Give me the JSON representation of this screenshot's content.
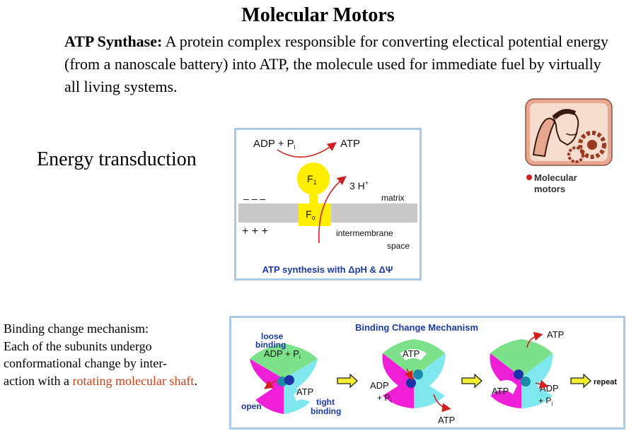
{
  "title": "Molecular Motors",
  "intro": {
    "term": "ATP Synthase:",
    "text": " A protein complex responsible for converting electical potential energy (from a nanoscale battery) into ATP, the molecule used for immediate fuel by virtually all living systems."
  },
  "energy_label": "Energy transduction",
  "synthesis_diagram": {
    "adp_pi": "ADP + P",
    "sub_i": "i",
    "atp": "ATP",
    "f1": "F",
    "f1_sub": "1",
    "f0": "F",
    "f0_sub": "o",
    "protons": "3 H",
    "proton_sup": "+",
    "minus": "–  –  –",
    "plus": "+  +  +",
    "matrix": "matrix",
    "intermembrane": "intermembrane",
    "space": "space",
    "caption": "ATP synthesis with ΔpH & ΔΨ"
  },
  "motor_link": {
    "line1": "Molecular",
    "line2": "motors"
  },
  "binding_text": {
    "line1": "Binding change mechanism:",
    "line2": "Each of the subunits undergo",
    "line3": "conformational change by inter-",
    "line4_prefix": "action with a ",
    "line4_highlight": "rotating molecular shaft",
    "line4_suffix": "."
  },
  "mechanism_diagram": {
    "title": "Binding Change Mechanism",
    "loose": "loose",
    "binding": "binding",
    "adp_pi": "ADP + P",
    "sub_i": "i",
    "atp": "ATP",
    "open": "open",
    "tight": "tight",
    "adp": "ADP",
    "plus_p": "+ P",
    "repeat": "repeat"
  },
  "colors": {
    "panel_border": "#a8cbe8",
    "f_unit": "#ffee00",
    "membrane": "#c8c8c8",
    "label_blue": "#1c3aa0",
    "arrow_red": "#d02020",
    "green_subunit": "#7de08a",
    "magenta_subunit": "#ee1fd6",
    "cyan_subunit": "#7fe8ee",
    "shaft_blue": "#1c32a8",
    "shaft_teal": "#1a8aa8",
    "link_red": "#c8401a",
    "step_arrow_yellow": "#f4ee30"
  }
}
